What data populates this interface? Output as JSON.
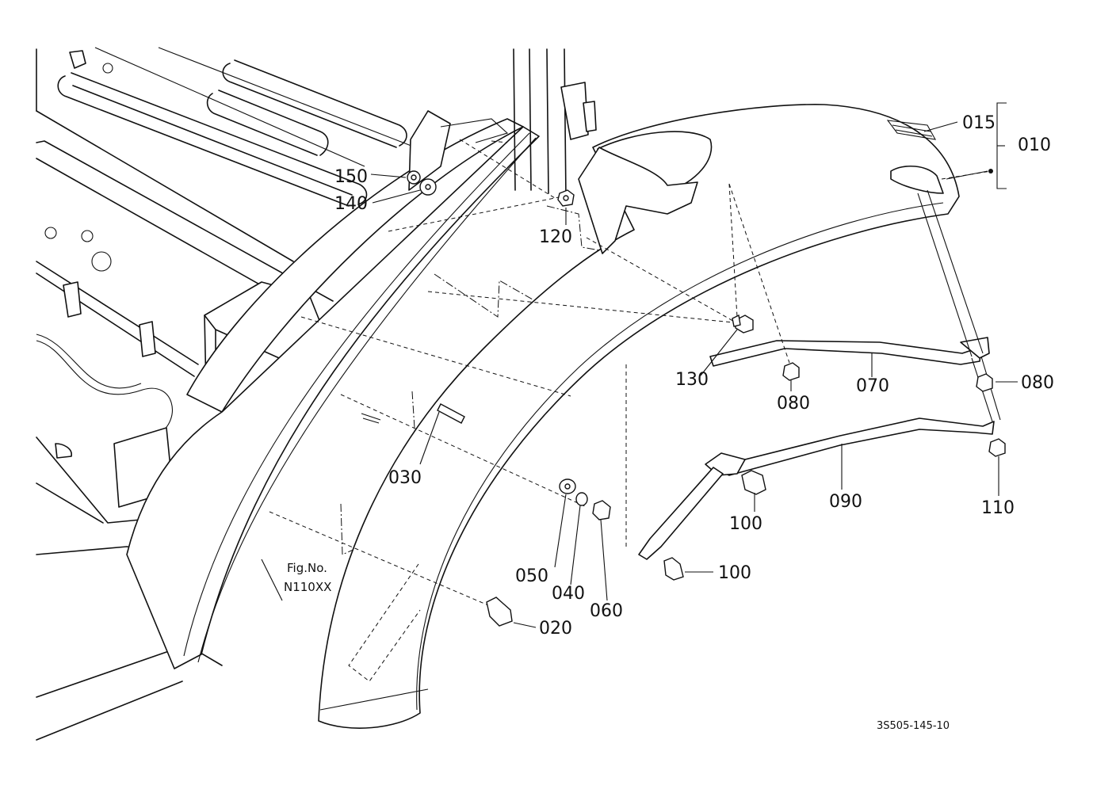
{
  "callouts": {
    "p010": "010",
    "p015": "015",
    "p020": "020",
    "p030": "030",
    "p040": "040",
    "p050": "050",
    "p060": "060",
    "p070": "070",
    "p080a": "080",
    "p080b": "080",
    "p090": "090",
    "p100a": "100",
    "p100b": "100",
    "p110": "110",
    "p120": "120",
    "p130": "130",
    "p140": "140",
    "p150": "150"
  },
  "reference": {
    "fig_label": "Fig.No.",
    "fig_number": "N110XX"
  },
  "drawing_code": "3S505-145-10"
}
